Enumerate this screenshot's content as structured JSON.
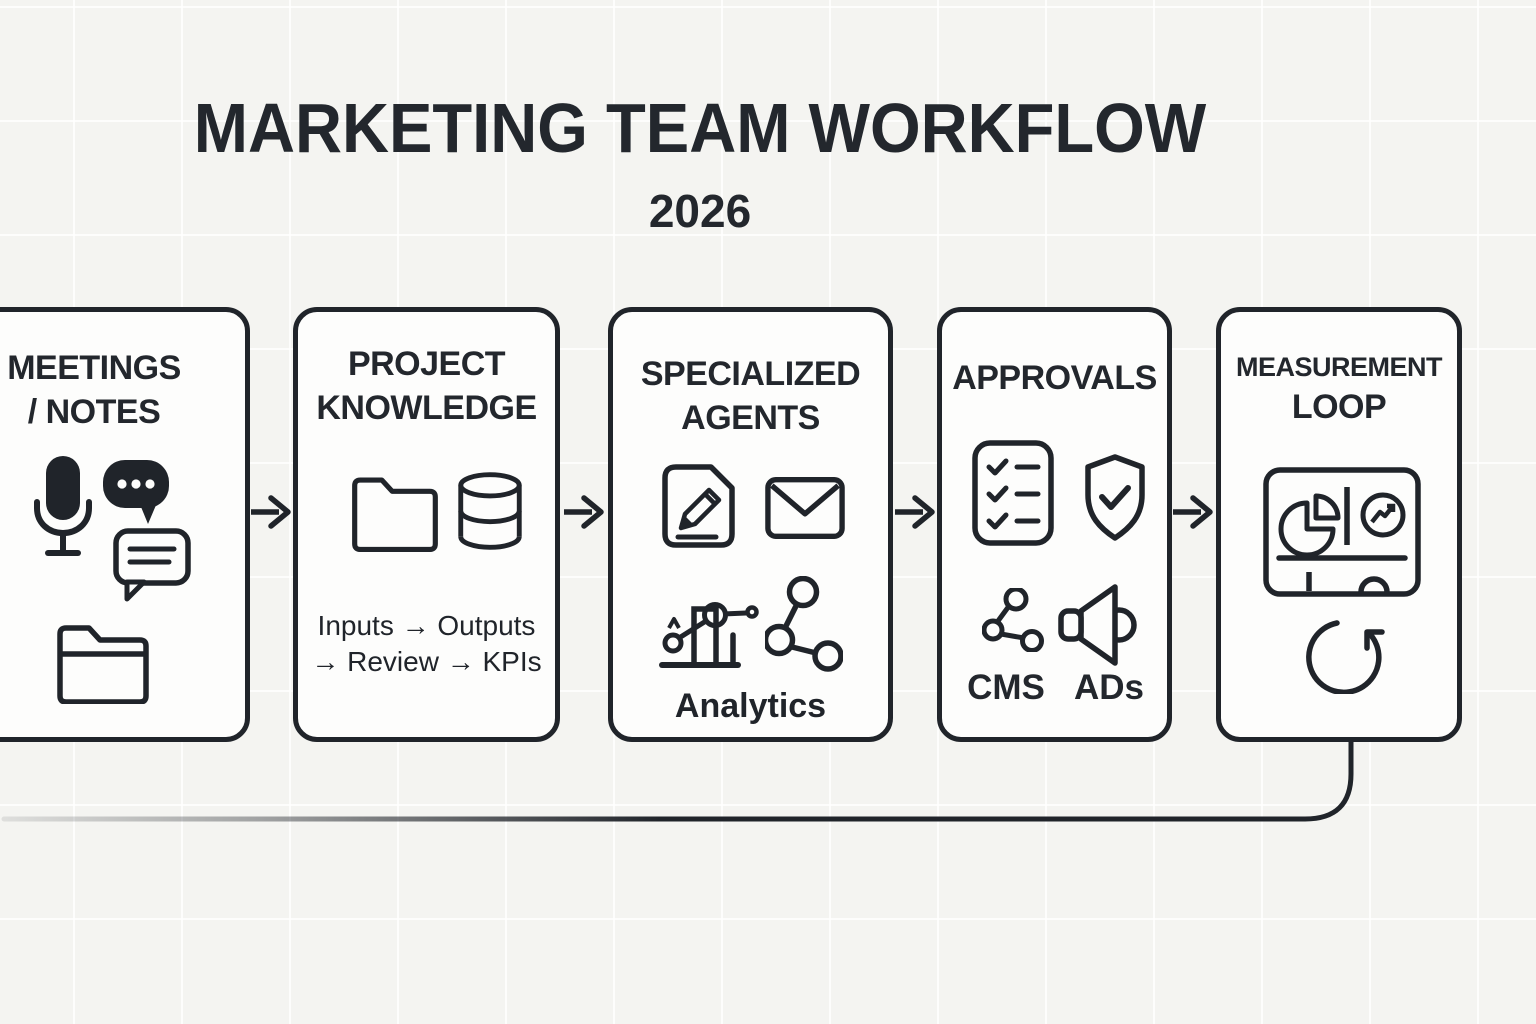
{
  "title": "MARKETING TEAM WORKFLOW",
  "subtitle": "2026",
  "colors": {
    "ink": "#20242a",
    "box_bg": "#fdfdfc",
    "canvas_bg": "#f4f4f1"
  },
  "nodes": [
    {
      "id": "meetings-notes",
      "title_lines": [
        "MEETINGS",
        "/ NOTES"
      ],
      "icons": [
        "microphone-icon",
        "chat-bubble-dots-icon",
        "chat-bubble-lines-icon",
        "folder-icon"
      ]
    },
    {
      "id": "project-knowledge",
      "title_lines": [
        "PROJECT",
        "KNOWLEDGE"
      ],
      "icons": [
        "folder-icon",
        "database-icon"
      ],
      "caption_lines": [
        "Inputs → Outputs",
        "→ Review → KPIs"
      ]
    },
    {
      "id": "specialized-agents",
      "title_lines": [
        "SPECIALIZED",
        "AGENTS"
      ],
      "icons": [
        "note-pencil-icon",
        "envelope-icon",
        "bar-chart-icon",
        "network-icon"
      ],
      "caption": "Analytics"
    },
    {
      "id": "approvals",
      "title_lines": [
        "APPROVALS"
      ],
      "icons": [
        "checklist-icon",
        "shield-check-icon",
        "share-nodes-icon",
        "speaker-icon"
      ],
      "icon_labels": [
        "CMS",
        "ADs"
      ]
    },
    {
      "id": "measurement-loop",
      "title_lines": [
        "MEASUREMENT",
        "LOOP"
      ],
      "icons": [
        "dashboard-icon",
        "refresh-loop-icon"
      ]
    }
  ],
  "connectors": {
    "arrow_style": "chevron-right",
    "arrow_count": 4,
    "has_feedback_loop": true
  }
}
